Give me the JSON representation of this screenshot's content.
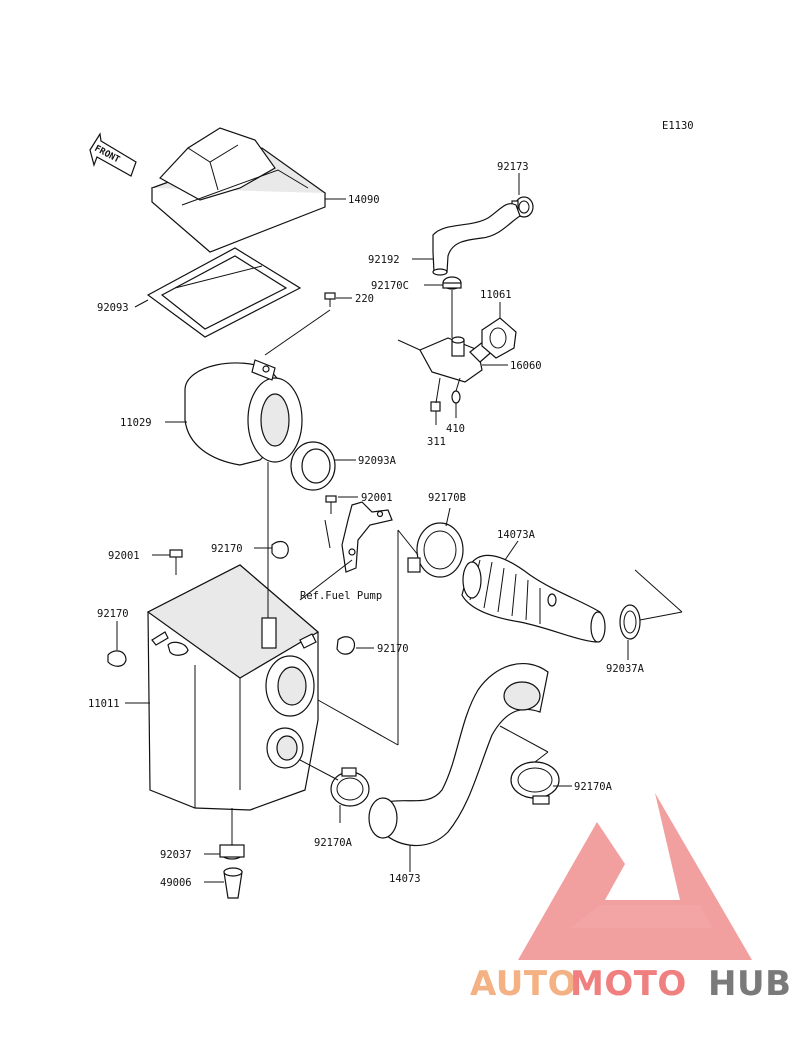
{
  "diagram_code": "E1130",
  "front_label": "FRONT",
  "ref_note": "Ref.Fuel Pump",
  "labels": {
    "p14090": "14090",
    "p92093": "92093",
    "p220": "220",
    "p11029": "11029",
    "p92093A": "92093A",
    "p92001a": "92001",
    "p92001b": "92001",
    "p92170a": "92170",
    "p92170b": "92170",
    "p92170c": "92170",
    "p11011": "11011",
    "p92037": "92037",
    "p49006": "49006",
    "p92170A1": "92170A",
    "p14073": "14073",
    "p92170A2": "92170A",
    "p92170B": "92170B",
    "p14073A": "14073A",
    "p92037A": "92037A",
    "p92173": "92173",
    "p92192": "92192",
    "p92170C": "92170C",
    "p11061": "11061",
    "p16060": "16060",
    "p311": "311",
    "p410": "410"
  },
  "watermark": {
    "part1": "AUTO",
    "part2": "MOTO",
    "part3": "HUB",
    "colors": {
      "auto": "#f4b183",
      "moto": "#f08080",
      "hub": "#7a7a7a",
      "logo": "#f08e8e"
    }
  }
}
